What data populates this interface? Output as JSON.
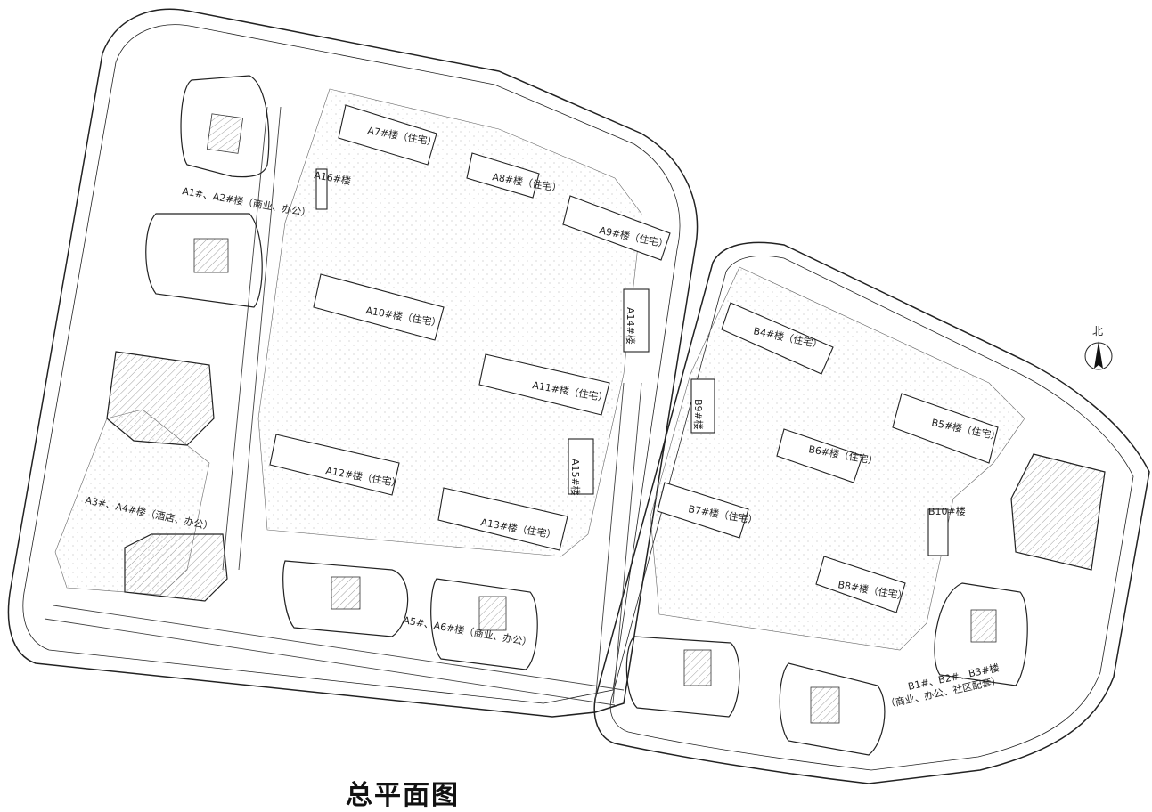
{
  "title": "总平面图",
  "north": "北",
  "buildings": {
    "a1a2": "A1#、A2#楼（商业、办公）",
    "a3a4": "A3#、A4#楼（酒店、办公）",
    "a5a6": "A5#、A6#楼（商业、办公）",
    "a7": "A7#楼（住宅）",
    "a8": "A8#楼（住宅）",
    "a9": "A9#楼（住宅）",
    "a10": "A10#楼（住宅）",
    "a11": "A11#楼（住宅）",
    "a12": "A12#楼（住宅）",
    "a13": "A13#楼（住宅）",
    "a14": "A14#楼",
    "a15": "A15#楼",
    "a16": "A16#楼",
    "b1b2b3_line1": "B1#、B2#、B3#楼",
    "b1b2b3_line2": "（商业、办公、社区配套）",
    "b4": "B4#楼（住宅）",
    "b5": "B5#楼（住宅）",
    "b6": "B6#楼（住宅）",
    "b7": "B7#楼（住宅）",
    "b8": "B8#楼（住宅）",
    "b9": "B9#楼",
    "b10": "B10#楼"
  }
}
